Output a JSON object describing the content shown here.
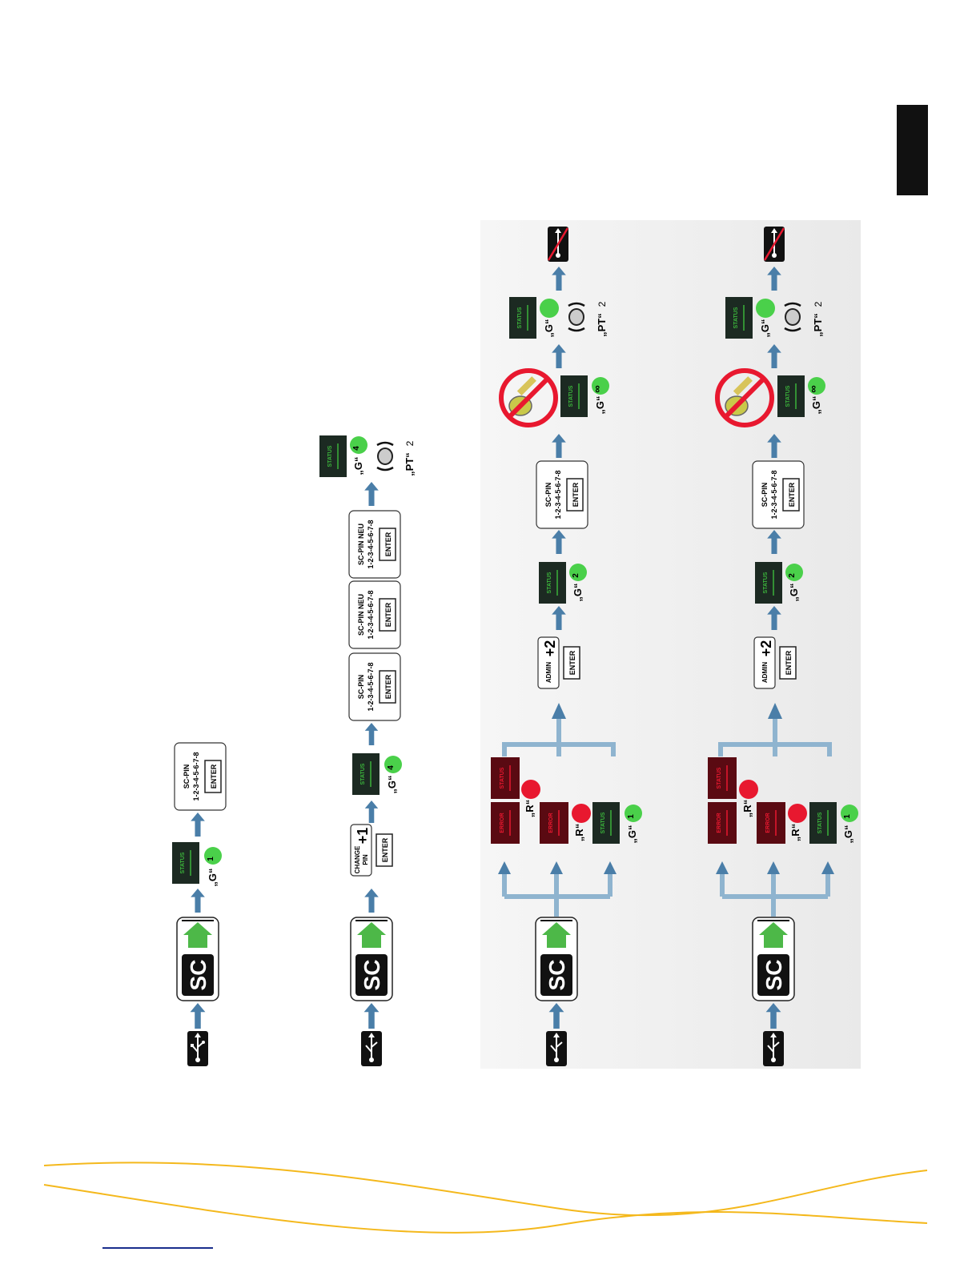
{
  "labels": {
    "sc": "SC",
    "status": "STATUS",
    "error": "ERROR",
    "enter": "ENTER",
    "sc_pin": "SC-PIN",
    "sc_pin_neu": "SC-PIN NEU",
    "digits": "1-2-3-4-5-6-7-8",
    "change": "CHANGE",
    "pin": "PIN",
    "admin": "ADMIN",
    "plus1": "+1",
    "plus2": "+2",
    "g_quote": "„G“",
    "r_quote": "„R“",
    "pt_quote": "„PT“",
    "n1": "1",
    "n2": "2",
    "n4": "4",
    "inf": "∞"
  },
  "colors": {
    "arrow": "#4a7ea8",
    "arrow_light": "#8fb4cf",
    "led_green": "#4ad04a",
    "led_red": "#e8182f",
    "status_green": "#3bb33b",
    "panel_dark": "#1c2a22",
    "error_dark": "#5a0a12",
    "sc_green": "#4db848",
    "background_panel": "#f1f1f1",
    "swoosh": "#f4b81c"
  }
}
